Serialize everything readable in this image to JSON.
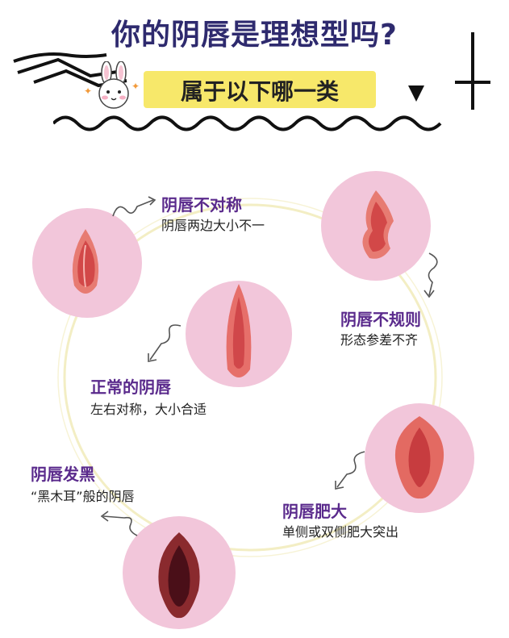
{
  "header": {
    "title": "你的阴唇是理想型吗?",
    "subtitle": "属于以下哪一类"
  },
  "categories": [
    {
      "title": "阴唇不对称",
      "desc": "阴唇两边大小不一"
    },
    {
      "title": "阴唇不规则",
      "desc": "形态参差不齐"
    },
    {
      "title": "正常的阴唇",
      "desc": "左右对称，大小合适"
    },
    {
      "title": "阴唇发黑",
      "desc": "“黑木耳”般的阴唇"
    },
    {
      "title": "阴唇肥大",
      "desc": "单侧或双侧肥大突出"
    }
  ],
  "colors": {
    "title": "#2e2a6e",
    "subtitle_bg": "#f7e86a",
    "category_title": "#5a2a8c",
    "circle_bg": "#f2c6da",
    "accent_ring": "#f3eec4"
  },
  "icons": [
    "bunny-mascot-icon",
    "down-arrow-icon",
    "plus-cross-icon",
    "swirl-arrow-icon"
  ]
}
